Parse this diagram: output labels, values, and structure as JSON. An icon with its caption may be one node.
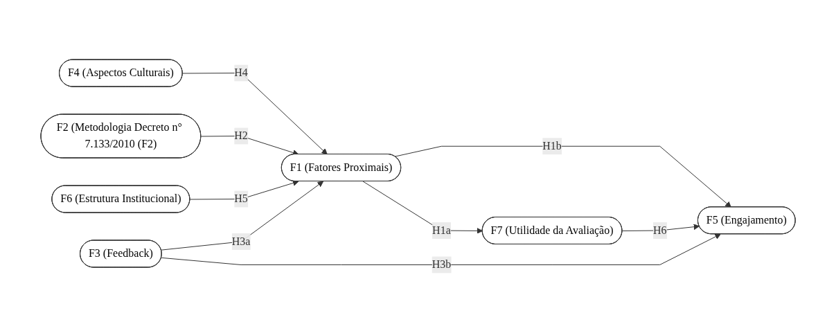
{
  "diagram": {
    "nodes": [
      {
        "text": [
          "F4 (Aspectos Culturais)"
        ]
      },
      {
        "text": [
          "F2 (Metodologia Decreto n° 7.133/2010 (F2)"
        ]
      },
      {
        "text": [
          "F6 (Estrutura Institucional)"
        ]
      },
      {
        "text": [
          "F3 (Feedback)"
        ]
      },
      {
        "text": [
          "F1 (Fatores Proximais)"
        ]
      },
      {
        "text": [
          "F7 (Utilidade da Avaliação)"
        ]
      },
      {
        "text": [
          "F5 (Engajamento)"
        ]
      }
    ],
    "edges": [
      {
        "from": 0,
        "to": 4,
        "arrow": "to",
        "label": "H4"
      },
      {
        "from": 1,
        "to": 4,
        "arrow": "to",
        "label": "H2"
      },
      {
        "from": 2,
        "to": 4,
        "arrow": "to",
        "label": "H5"
      },
      {
        "from": 3,
        "to": 4,
        "arrow": "to",
        "label": "H3a"
      },
      {
        "from": 4,
        "to": 5,
        "arrow": "to",
        "label": "H1a"
      },
      {
        "from": 4,
        "to": 6,
        "arrow": "to",
        "label": "H1b"
      },
      {
        "from": 5,
        "to": 6,
        "arrow": "to",
        "label": "H6"
      },
      {
        "from": 3,
        "to": 6,
        "arrow": "to",
        "label": "H3b"
      }
    ]
  }
}
